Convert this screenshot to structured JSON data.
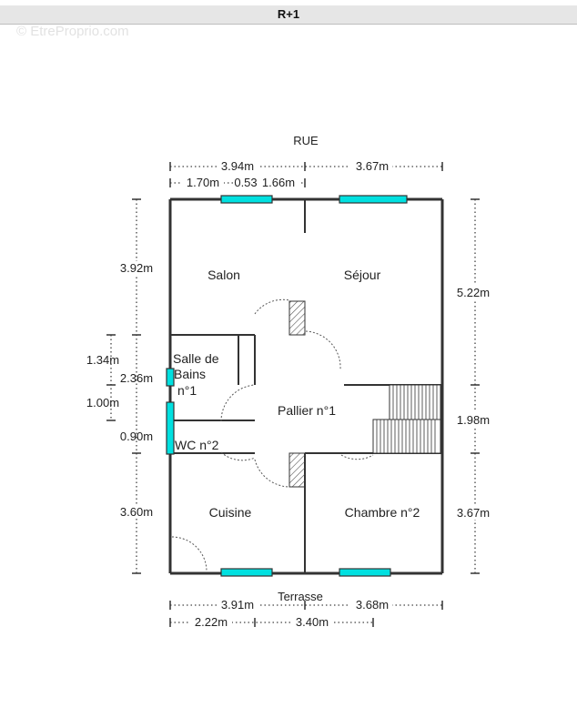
{
  "header": {
    "title": "R+1"
  },
  "watermark": "© EtreProprio.com",
  "plan": {
    "street_label": "RUE",
    "terrace_label": "Terrasse",
    "rooms": {
      "salon": "Salon",
      "sejour": "Séjour",
      "salle_de_bains_line1": "Salle de",
      "salle_de_bains_line2": "Bains",
      "salle_de_bains_line3": "n°1",
      "pallier": "Pallier n°1",
      "wc": "WC n°2",
      "cuisine": "Cuisine",
      "chambre": "Chambre n°2"
    },
    "dimensions": {
      "top_left": "3.94m",
      "top_right": "3.67m",
      "top_sub_1": "1.70m",
      "top_sub_2": "0.53",
      "top_sub_3": "1.66m",
      "left_upper": "3.92m",
      "left_sub_1": "1.34m",
      "left_mid": "2.36m",
      "left_sub_2": "1.00m",
      "left_sub_3": "0.90m",
      "left_lower": "3.60m",
      "right_upper": "5.22m",
      "right_mid": "1.98m",
      "right_lower": "3.67m",
      "bottom_left": "3.91m",
      "bottom_right": "3.68m",
      "bottom_sub_1": "2.22m",
      "bottom_sub_2": "3.40m"
    },
    "colors": {
      "wall": "#333333",
      "window": "#00e0e0",
      "dimension_line": "#444444"
    }
  }
}
